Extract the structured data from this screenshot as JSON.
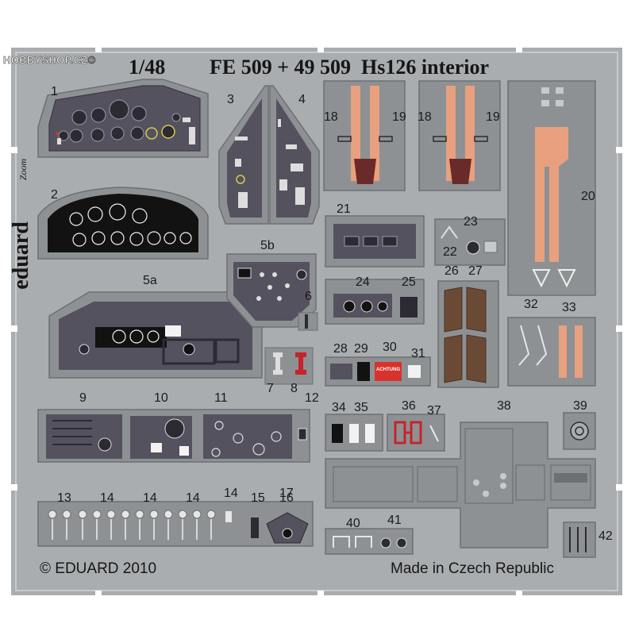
{
  "header": {
    "watermark": "HOBBYSHOP.CZ©",
    "scale": "1/48",
    "title": "FE 509 + 49 509  Hs126 interior"
  },
  "brand": {
    "name": "eduard",
    "line": "Zoom"
  },
  "footer": {
    "copyright": "© EDUARD 2010",
    "origin": "Made in Czech Republic"
  },
  "placard": {
    "text": "ACHTUNG",
    "color": "#d8322c"
  },
  "colors": {
    "fret": "#a9adb0",
    "panel": "#54525f",
    "belt": "#e8a07e",
    "brown": "#6b4a35",
    "red": "#c6232a"
  },
  "part_numbers": [
    "1",
    "2",
    "3",
    "4",
    "5a",
    "5b",
    "6",
    "7",
    "8",
    "9",
    "10",
    "11",
    "12",
    "13",
    "14",
    "14",
    "14",
    "14",
    "15",
    "16",
    "17",
    "18",
    "19",
    "18",
    "19",
    "20",
    "21",
    "22",
    "23",
    "24",
    "25",
    "26",
    "27",
    "28",
    "29",
    "30",
    "31",
    "32",
    "33",
    "34",
    "35",
    "36",
    "37",
    "38",
    "39",
    "40",
    "41",
    "42"
  ]
}
